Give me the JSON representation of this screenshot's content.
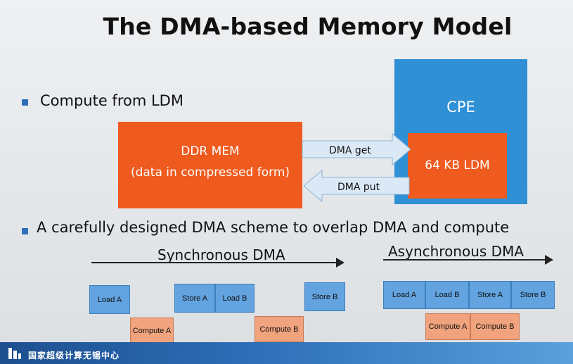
{
  "title": "The DMA-based Memory Model",
  "bullets": [
    "Compute from LDM",
    "A carefully designed DMA scheme to overlap DMA and compute"
  ],
  "diagram": {
    "cpe_label": "CPE",
    "ldm_label": "64 KB LDM",
    "ddr_line1": "DDR MEM",
    "ddr_line2": "(data in compressed form)",
    "dma_get": "DMA get",
    "dma_put": "DMA put",
    "colors": {
      "orange": "#ef5a1e",
      "blue": "#2f90d6",
      "arrow": "#dbe9f7"
    }
  },
  "sync": {
    "heading": "Synchronous DMA",
    "blocks": [
      "Load A",
      "Compute A",
      "Store A",
      "Load B",
      "Compute B",
      "Store B"
    ]
  },
  "async": {
    "heading": "Asynchronous DMA",
    "blocks": [
      "Load A",
      "Load B",
      "Store A",
      "Store B",
      "Compute A",
      "Compute B"
    ]
  },
  "footer": {
    "text": "国家超级计算无锡中心",
    "logo_icon": "building-logo-icon"
  }
}
